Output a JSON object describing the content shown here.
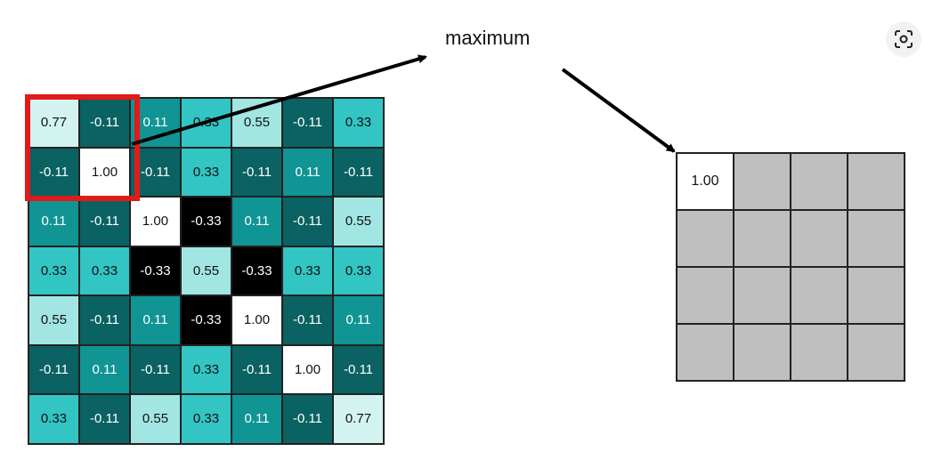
{
  "input_matrix": [
    [
      "0.77",
      "-0.11",
      "0.11",
      "0.33",
      "0.55",
      "-0.11",
      "0.33"
    ],
    [
      "-0.11",
      "1.00",
      "-0.11",
      "0.33",
      "-0.11",
      "0.11",
      "-0.11"
    ],
    [
      "0.11",
      "-0.11",
      "1.00",
      "-0.33",
      "0.11",
      "-0.11",
      "0.55"
    ],
    [
      "0.33",
      "0.33",
      "-0.33",
      "0.55",
      "-0.33",
      "0.33",
      "0.33"
    ],
    [
      "0.55",
      "-0.11",
      "0.11",
      "-0.33",
      "1.00",
      "-0.11",
      "0.11"
    ],
    [
      "-0.11",
      "0.11",
      "-0.11",
      "0.33",
      "-0.11",
      "1.00",
      "-0.11"
    ],
    [
      "0.33",
      "-0.11",
      "0.55",
      "0.33",
      "0.11",
      "-0.11",
      "0.77"
    ]
  ],
  "operation_label": "maximum",
  "output_matrix": [
    [
      "1.00",
      "",
      "",
      ""
    ],
    [
      "",
      "",
      "",
      ""
    ],
    [
      "",
      "",
      "",
      ""
    ],
    [
      "",
      "",
      "",
      ""
    ]
  ],
  "colors": {
    "v1.00": "#ffffff",
    "v0.77": "#d3f3f1",
    "v0.55": "#a2e6e3",
    "v0.33": "#33c4c4",
    "v0.11": "#119494",
    "v-0.11": "#0a6262",
    "v-0.33": "#000000",
    "output_filled": "#ffffff",
    "output_empty": "#bfbfbf",
    "window_border": "#e21a1a"
  },
  "icons": {
    "lens": "visual-search-icon"
  }
}
